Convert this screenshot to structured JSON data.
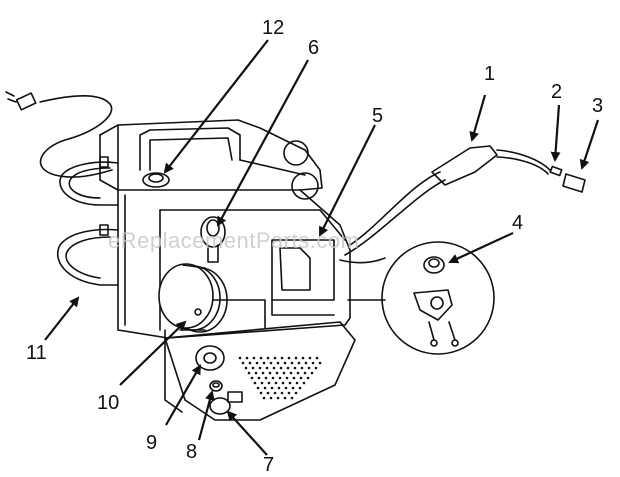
{
  "watermark": "eReplacementParts.com",
  "callouts": [
    {
      "id": "1",
      "label": "1"
    },
    {
      "id": "2",
      "label": "2"
    },
    {
      "id": "3",
      "label": "3"
    },
    {
      "id": "4",
      "label": "4"
    },
    {
      "id": "5",
      "label": "5"
    },
    {
      "id": "6",
      "label": "6"
    },
    {
      "id": "7",
      "label": "7"
    },
    {
      "id": "8",
      "label": "8"
    },
    {
      "id": "9",
      "label": "9"
    },
    {
      "id": "10",
      "label": "10"
    },
    {
      "id": "11",
      "label": "11"
    },
    {
      "id": "12",
      "label": "12"
    }
  ],
  "colors": {
    "line": "#111111",
    "watermark": "#c8c8c8",
    "background": "#ffffff"
  }
}
